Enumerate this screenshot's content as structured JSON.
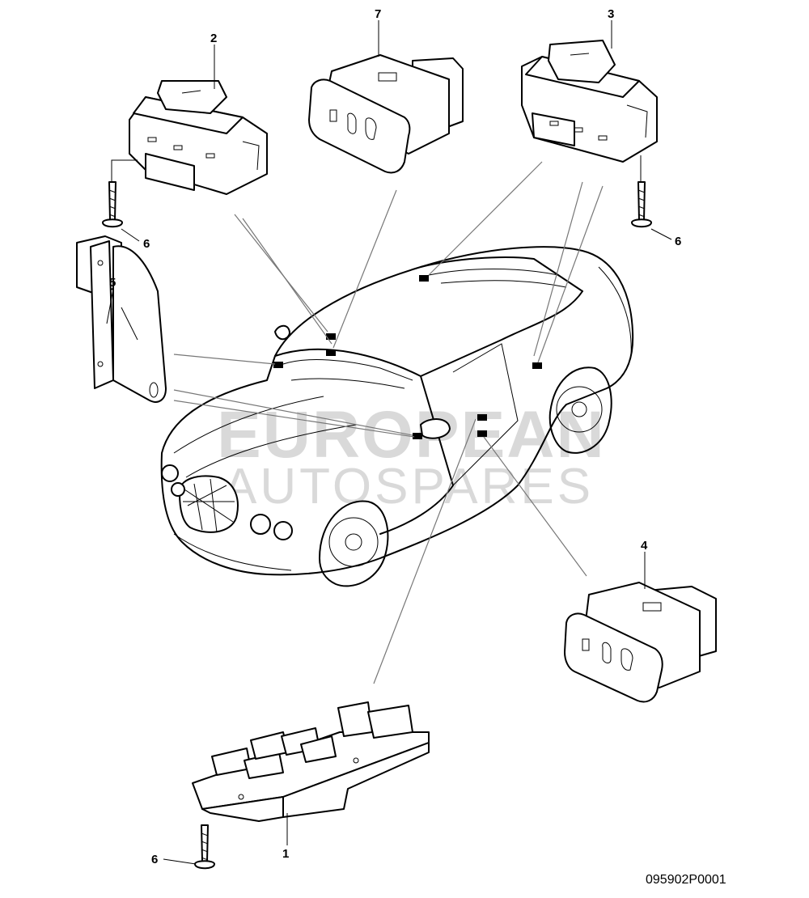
{
  "watermark": {
    "line1": "EUROPEAN",
    "line2": "AUTOSPARES"
  },
  "reference_code": "095902P0001",
  "callouts": {
    "c1": "1",
    "c2": "2",
    "c3": "3",
    "c4": "4",
    "c5": "5",
    "c6_left": "6",
    "c6_right": "6",
    "c6_bottom": "6",
    "c7": "7"
  }
}
